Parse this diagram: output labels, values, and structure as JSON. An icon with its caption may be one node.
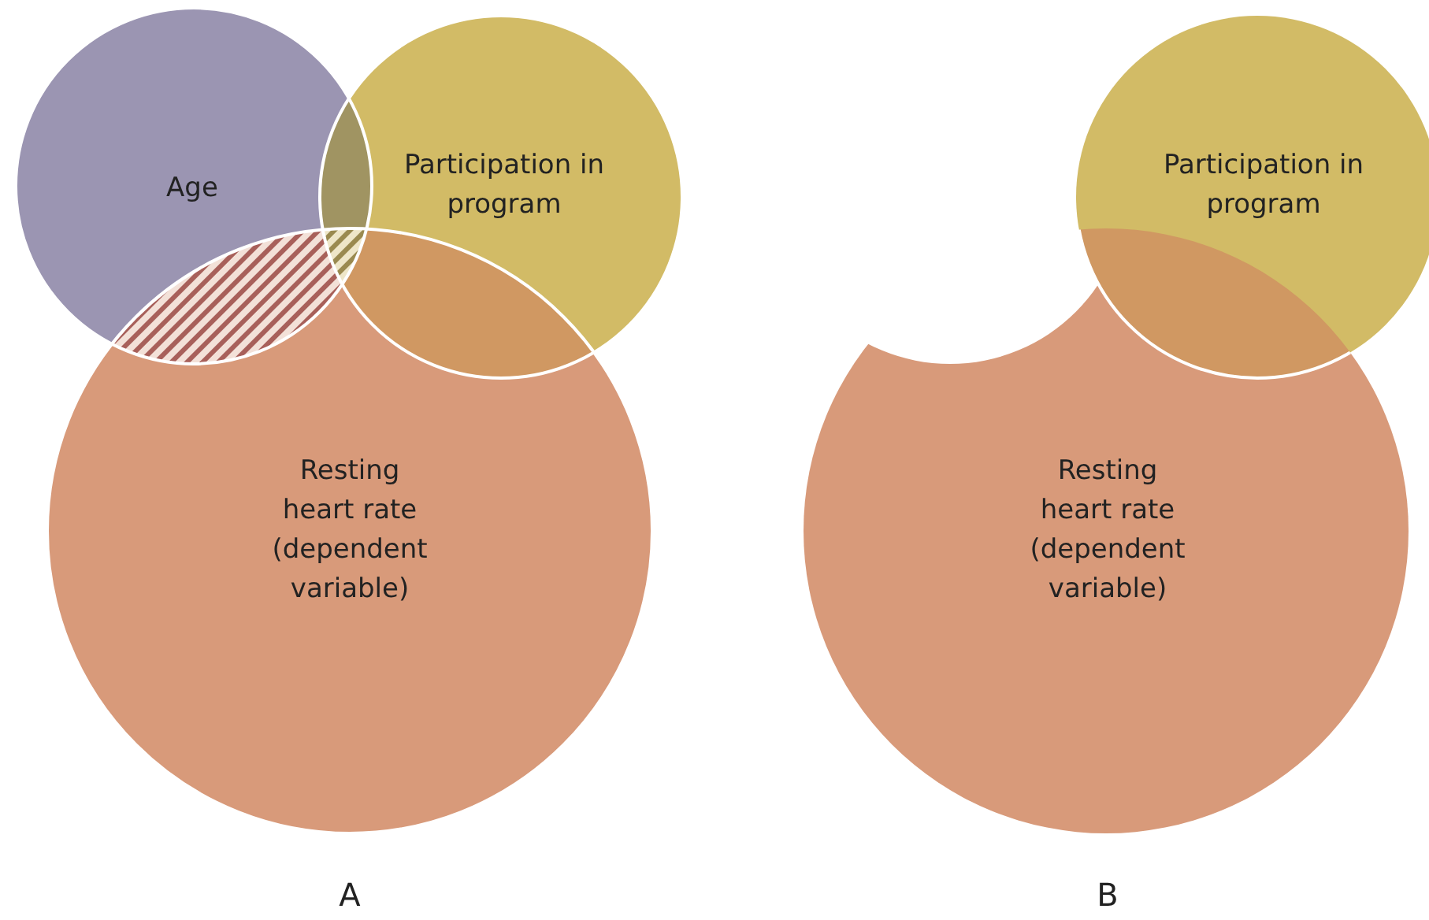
{
  "diagram": {
    "nodes": [
      {
        "text": [
          "Age"
        ]
      },
      {
        "text": [
          "Participation in program"
        ]
      },
      {
        "text": [
          "Resting heart rate (dependent variable)"
        ]
      },
      {
        "text": [
          "Participation in program"
        ]
      },
      {
        "text": [
          "Resting heart rate (dependent variable)"
        ]
      }
    ],
    "edges": [],
    "labels": [
      "A",
      "B"
    ]
  }
}
